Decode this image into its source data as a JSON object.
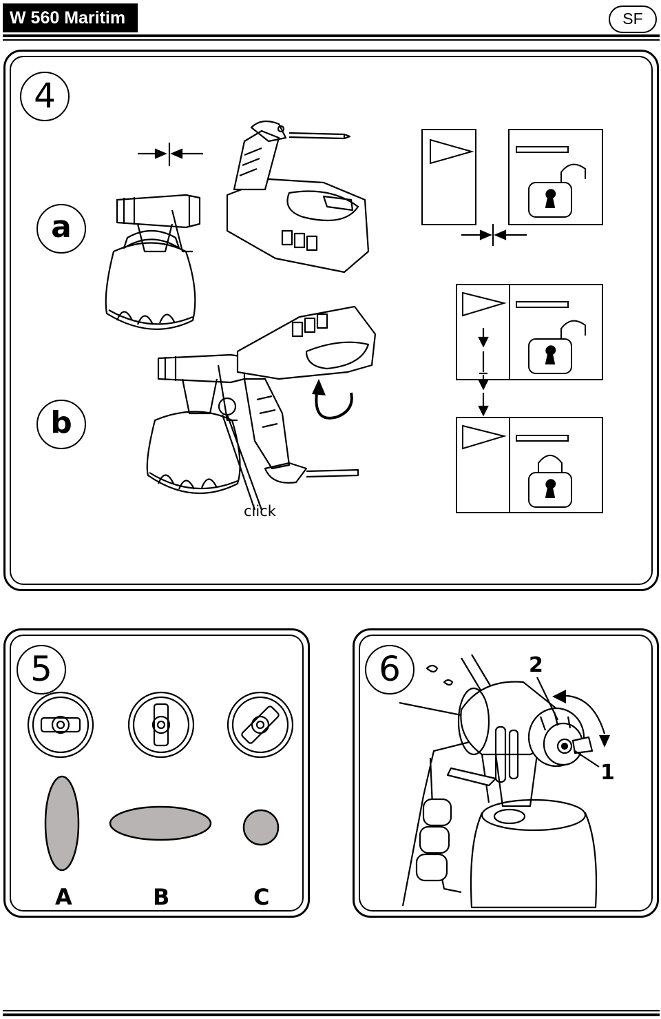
{
  "header": {
    "model_title": "W 560 Maritim",
    "language_badge": "SF"
  },
  "figure4": {
    "number": "4",
    "step_a": "a",
    "step_b": "b",
    "click_label": "click"
  },
  "figure5": {
    "number": "5",
    "pattern_labels": [
      "A",
      "B",
      "C"
    ]
  },
  "figure6": {
    "number": "6",
    "callout_1": "1",
    "callout_2": "2"
  }
}
